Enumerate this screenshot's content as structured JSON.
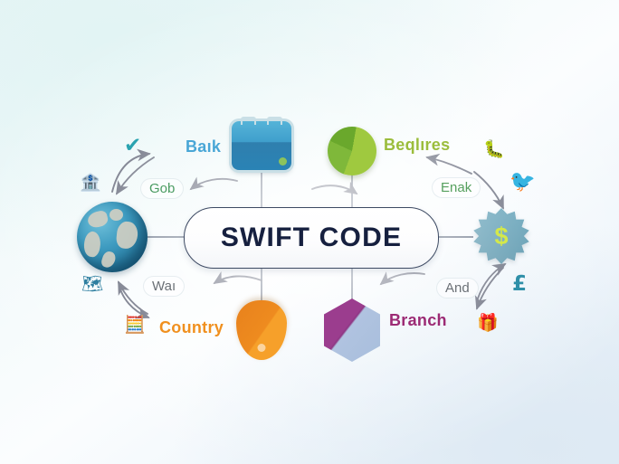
{
  "graphic": {
    "kind": "concept-infographic",
    "center": {
      "label": "SWIFT CODE",
      "text_color": "#16203f",
      "border_color": "#3d4a63",
      "fill_color": "#ffffff"
    },
    "background": {
      "top_left_color": "#e6f5f6",
      "bottom_right_color": "#e2ecf6",
      "center_color": "#fbfdfe"
    },
    "nodes": [
      {
        "id": "bank",
        "label": "Baık",
        "label_color": "#49a6d6",
        "icon": "briefcase-icon",
        "position": "top-left",
        "connector": "vertical-line"
      },
      {
        "id": "requires",
        "label": "Beqlıres",
        "label_color": "#9bbd3c",
        "icon": "green-pie-circle-icon",
        "position": "top-right",
        "connector": "vertical-line"
      },
      {
        "id": "country",
        "label": "Country",
        "label_color": "#f0901f",
        "icon": "orange-pin-icon",
        "position": "bottom-left",
        "connector": "vertical-line"
      },
      {
        "id": "branch",
        "label": "Branch",
        "label_color": "#9c2a74",
        "icon": "purple-hexagon-icon",
        "position": "bottom-right",
        "connector": "vertical-line"
      },
      {
        "id": "globe",
        "label": "",
        "icon": "globe-icon",
        "position": "left",
        "connector": "horizontal-line"
      },
      {
        "id": "currency",
        "label": "",
        "icon": "dollar-burst-icon",
        "position": "right",
        "connector": "horizontal-line"
      }
    ],
    "annotations": [
      {
        "id": "global",
        "text": "Gob",
        "color": "#4b9c62",
        "position": "top-left"
      },
      {
        "id": "enable",
        "text": "Enak",
        "color": "#56a05e",
        "position": "top-right"
      },
      {
        "id": "world",
        "text": "Waı",
        "color": "#6b7076",
        "position": "bottom-left"
      },
      {
        "id": "and",
        "text": "And",
        "color": "#6b7076",
        "position": "bottom-right"
      }
    ],
    "decor_icons": [
      {
        "id": "checkmark",
        "glyph": "✔",
        "color": "#2aa3b0",
        "name": "check-icon",
        "position": "top-left"
      },
      {
        "id": "bank-building",
        "glyph": "🏦",
        "color": "#2f93a8",
        "name": "bank-icon",
        "position": "far-left-top"
      },
      {
        "id": "map-marker",
        "glyph": "🗺",
        "color": "#2f7fa0",
        "name": "map-icon",
        "position": "far-left-bottom"
      },
      {
        "id": "calculator",
        "glyph": "🧮",
        "color": "#7b3f98",
        "name": "calculator-icon",
        "position": "bottom-left"
      },
      {
        "id": "caterpillar",
        "glyph": "🐛",
        "color": "#3f9d3f",
        "name": "leaf-icon",
        "position": "top-right"
      },
      {
        "id": "bird",
        "glyph": "🐦",
        "color": "#2e8fc4",
        "name": "bird-icon",
        "position": "far-right-top"
      },
      {
        "id": "pound",
        "glyph": "£",
        "color": "#2f8fa8",
        "name": "pound-icon",
        "position": "far-right-bottom"
      },
      {
        "id": "gift",
        "glyph": "🎁",
        "color": "#8e2f8e",
        "name": "gift-icon",
        "position": "bottom-right"
      }
    ],
    "arrows": {
      "color": "#4a4f63",
      "count": 8,
      "style": "curved-with-arrowhead"
    }
  }
}
